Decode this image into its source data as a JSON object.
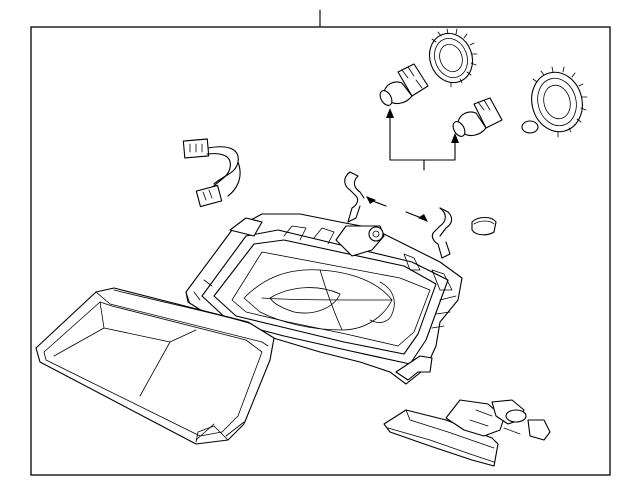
{
  "colors": {
    "background": "#ffffff",
    "line": "#000000",
    "frame": "#000000"
  },
  "parts": [
    {
      "name": "headlamp-housing"
    },
    {
      "name": "headlamp-lens"
    },
    {
      "name": "bulb-high"
    },
    {
      "name": "bulb-low"
    },
    {
      "name": "bulb-socket-ring-upper"
    },
    {
      "name": "bulb-socket-ring-lower"
    },
    {
      "name": "wiring-harness"
    },
    {
      "name": "retaining-clip-left"
    },
    {
      "name": "retaining-clip-right"
    },
    {
      "name": "small-cap"
    },
    {
      "name": "mounting-bracket"
    }
  ]
}
